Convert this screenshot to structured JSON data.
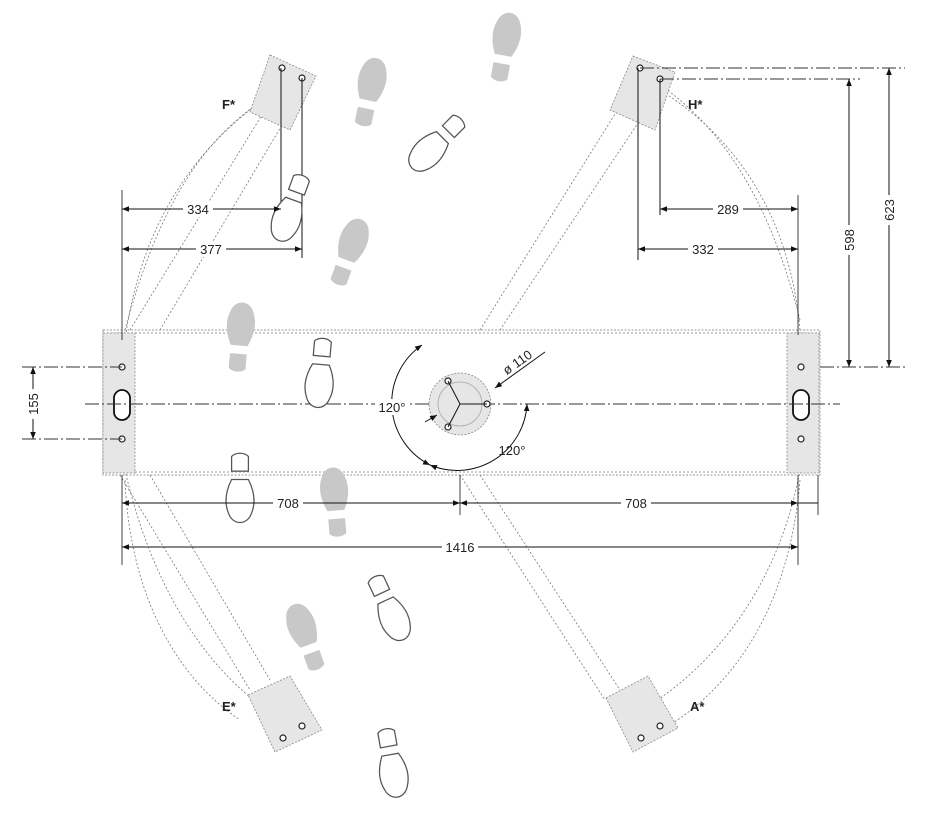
{
  "dimensions": {
    "d334": "334",
    "d377": "377",
    "d289": "289",
    "d332": "332",
    "d598": "598",
    "d623": "623",
    "d155": "155",
    "d708_left": "708",
    "d708_right": "708",
    "d1416": "1416",
    "diameter": "ø 110",
    "angle_top": "120°",
    "angle_bottom": "120°"
  },
  "pads": {
    "F": "F*",
    "H": "H*",
    "E": "E*",
    "A": "A*"
  },
  "colors": {
    "line": "#111111",
    "pad_fill": "#e6e6e6",
    "shoe_grey": "#c8c8c8",
    "guide": "#777777"
  }
}
